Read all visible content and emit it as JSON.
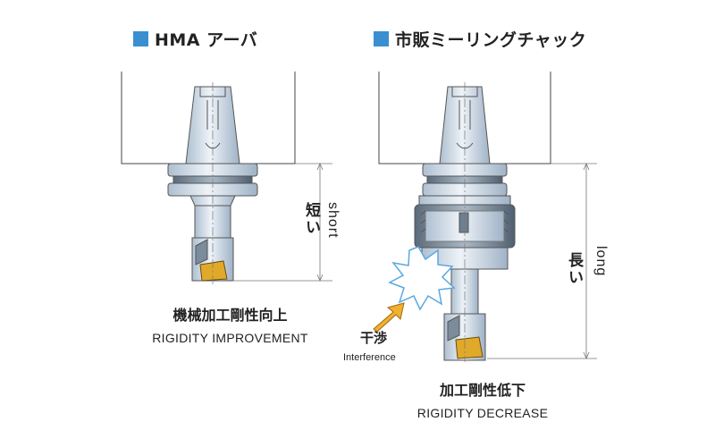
{
  "left": {
    "heading": "HMA アーバ",
    "length_label_ja": "短い",
    "length_label_en": "short",
    "caption_ja": "機械加工剛性向上",
    "caption_en": "RIGIDITY IMPROVEMENT"
  },
  "right": {
    "heading": "市販ミーリングチャック",
    "length_label_ja": "長い",
    "length_label_en": "long",
    "interference_ja": "干渉",
    "interference_en": "Interference",
    "caption_ja": "加工剛性低下",
    "caption_en": "RIGIDITY DECREASE"
  },
  "colors": {
    "heading_marker": "#3a8fd0",
    "holder_body": "#d2dde8",
    "insert_gold": "#e0a92a",
    "interference_arrow": "#f0b030",
    "burst_outline": "#5aa8e0"
  }
}
